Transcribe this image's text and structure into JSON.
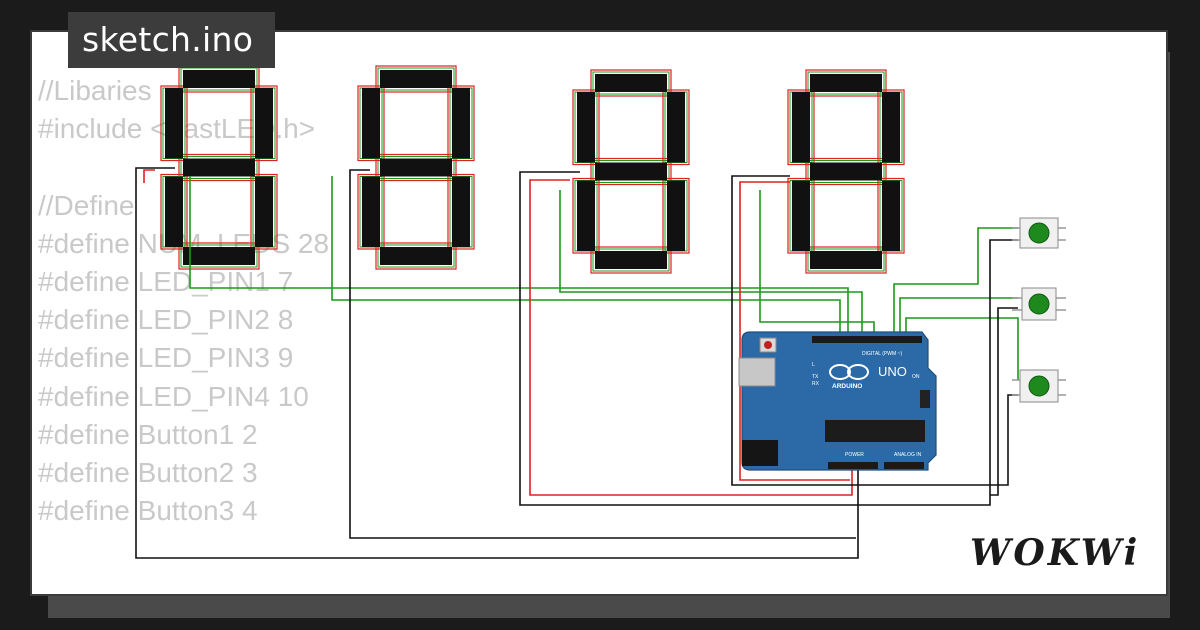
{
  "tab": {
    "filename": "sketch.ino"
  },
  "code_lines": [
    "//Libaries",
    "#include <FastLED.h>",
    "",
    "//Define",
    "#define NUM_LEDS 28",
    "#define LED_PIN1 7",
    "#define LED_PIN2 8",
    "#define LED_PIN3 9",
    "#define LED_PIN4 10",
    "#define Button1 2",
    "#define Button2 3",
    "#define Button3 4"
  ],
  "arduino": {
    "model": "UNO",
    "brand": "ARDUINO",
    "digital_label": "DIGITAL (PWM ~)",
    "power_label": "POWER",
    "analog_label": "ANALOG IN",
    "tx": "TX",
    "rx": "RX",
    "on": "ON",
    "l": "L"
  },
  "logo": "WOKWi",
  "colors": {
    "background": "#1b1b1b",
    "card": "#ffffff",
    "tab": "#3c3c3c",
    "code_text": "#c9c9c9",
    "board_blue": "#2b6aa6",
    "button_green": "#1e8a1e",
    "wire_green": "#1a9a1a",
    "wire_red": "#e02020",
    "wire_black": "#111111"
  }
}
